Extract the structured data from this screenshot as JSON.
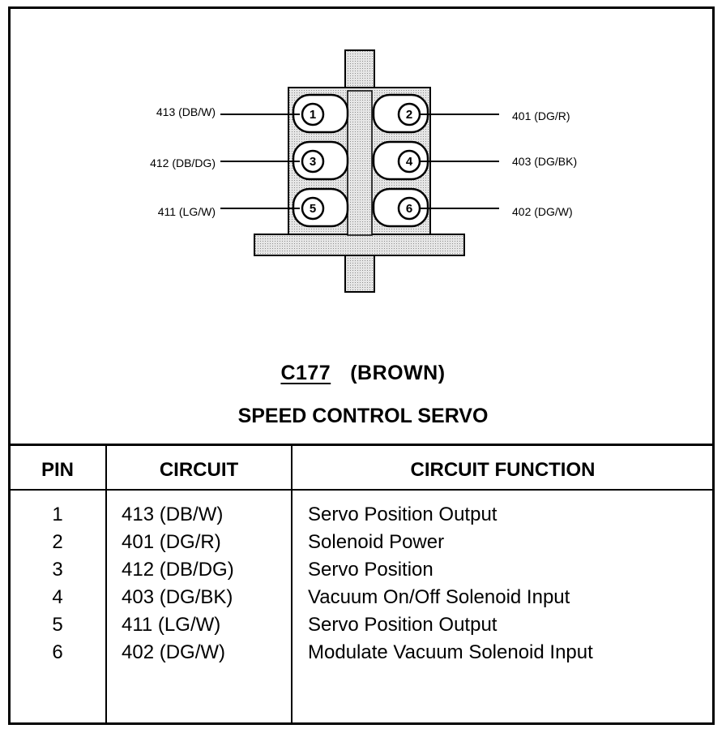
{
  "connector": {
    "code": "C177",
    "color": "(BROWN)",
    "name": "SPEED CONTROL SERVO",
    "pins": [
      {
        "pin": "1",
        "label": "413 (DB/W)"
      },
      {
        "pin": "2",
        "label": "401 (DG/R)"
      },
      {
        "pin": "3",
        "label": "412 (DB/DG)"
      },
      {
        "pin": "4",
        "label": "403 (DG/BK)"
      },
      {
        "pin": "5",
        "label": "411 (LG/W)"
      },
      {
        "pin": "6",
        "label": "402 (DG/W)"
      }
    ]
  },
  "table": {
    "headers": {
      "pin": "PIN",
      "circuit": "CIRCUIT",
      "function": "CIRCUIT FUNCTION"
    },
    "rows": [
      {
        "pin": "1",
        "circuit": "413 (DB/W)",
        "function": "Servo Position Output"
      },
      {
        "pin": "2",
        "circuit": "401 (DG/R)",
        "function": "Solenoid Power"
      },
      {
        "pin": "3",
        "circuit": "412 (DB/DG)",
        "function": "Servo Position"
      },
      {
        "pin": "4",
        "circuit": "403 (DG/BK)",
        "function": "Vacuum On/Off Solenoid Input"
      },
      {
        "pin": "5",
        "circuit": "411 (LG/W)",
        "function": "Servo Position Output"
      },
      {
        "pin": "6",
        "circuit": "402 (DG/W)",
        "function": "Modulate Vacuum Solenoid Input"
      }
    ]
  },
  "colors": {
    "ink": "#000000",
    "body_fill": "#d4d4d4",
    "paper": "#ffffff"
  }
}
